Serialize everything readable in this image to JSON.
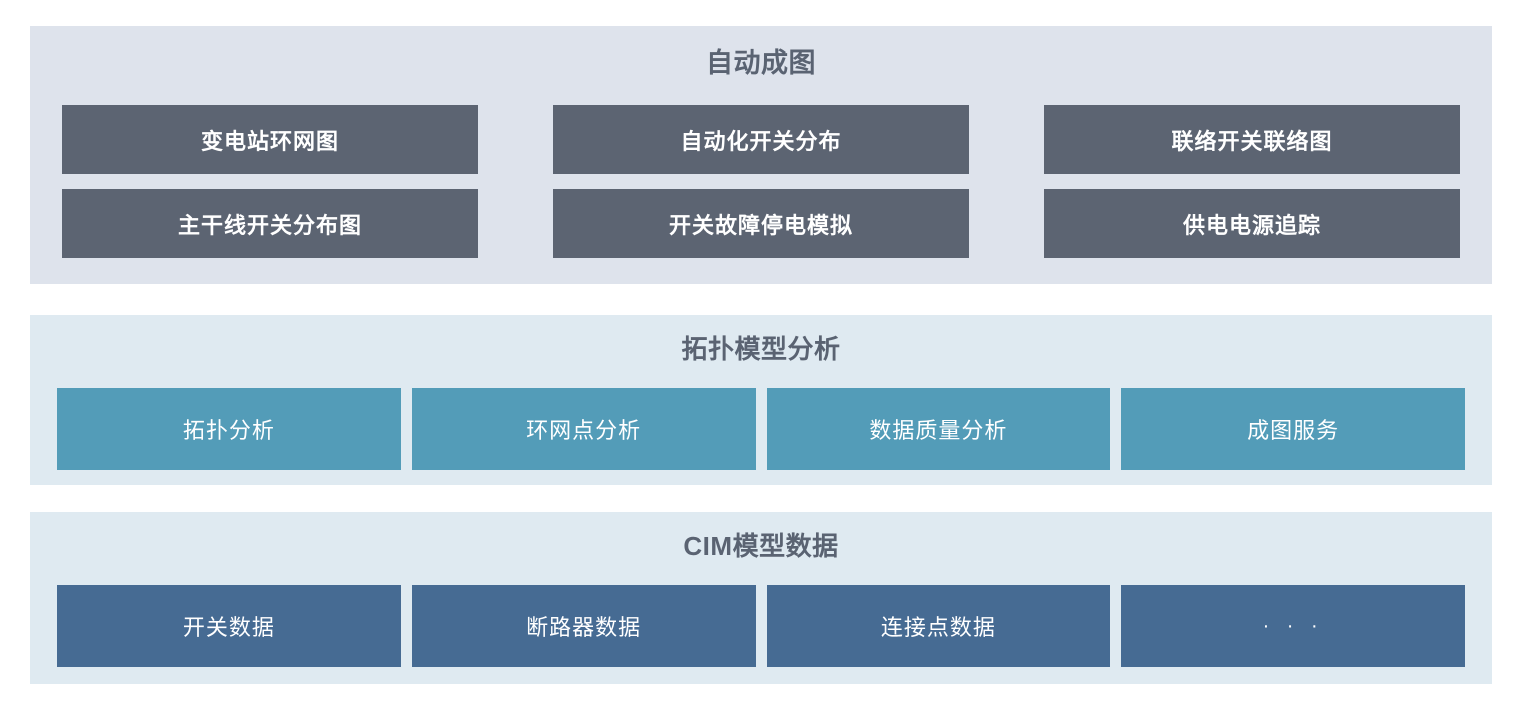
{
  "colors": {
    "page_background": "#ffffff",
    "automap_panel_bg": "#dee3ec",
    "automap_button_bg": "#5c6472",
    "topology_panel_bg": "#dfeaf1",
    "topology_button_bg": "#539cb8",
    "cim_panel_bg": "#dfeaf1",
    "cim_button_bg": "#466b93",
    "title_color": "#5a6372",
    "button_text_color": "#ffffff"
  },
  "sections": {
    "automap": {
      "title": "自动成图",
      "columns": [
        {
          "items": [
            {
              "label": "变电站环网图"
            },
            {
              "label": "主干线开关分布图"
            }
          ]
        },
        {
          "items": [
            {
              "label": "自动化开关分布"
            },
            {
              "label": "开关故障停电模拟"
            }
          ]
        },
        {
          "items": [
            {
              "label": "联络开关联络图"
            },
            {
              "label": "供电电源追踪"
            }
          ]
        }
      ]
    },
    "topology": {
      "title": "拓扑模型分析",
      "items": [
        {
          "label": "拓扑分析"
        },
        {
          "label": "环网点分析"
        },
        {
          "label": "数据质量分析"
        },
        {
          "label": "成图服务"
        }
      ]
    },
    "cim": {
      "title": "CIM模型数据",
      "items": [
        {
          "label": "开关数据"
        },
        {
          "label": "断路器数据"
        },
        {
          "label": "连接点数据"
        },
        {
          "label": "· · ·"
        }
      ]
    }
  }
}
